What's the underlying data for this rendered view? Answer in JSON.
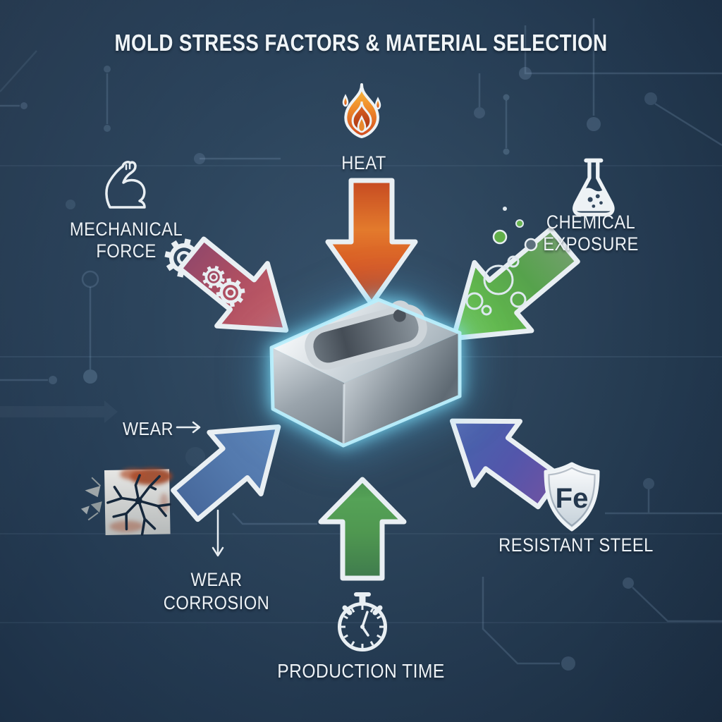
{
  "title": "MOLD STRESS FACTORS & MATERIAL SELECTION",
  "center_object": {
    "name": "injection mold block",
    "glow_color": "#8ee9ff"
  },
  "labels": {
    "heat": "HEAT",
    "chemical_line1": "CHEMICAL",
    "chemical_line2": "EXPOSURE",
    "mechanical_line1": "MECHANICAL",
    "mechanical_line2": "FORCE",
    "wear": "WEAR",
    "corrosion_line1": "WEAR",
    "corrosion_line2": "CORROSION",
    "production": "PRODUCTION TIME",
    "steel": "RESISTANT STEEL",
    "shield_symbol": "Fe"
  },
  "icons": {
    "heat": "flame-icon",
    "chemical": "flask-icon",
    "mechanical": "muscle-arm-icon",
    "mechanical_secondary": "gears-icon",
    "wear": "cracked-surface-icon",
    "production": "stopwatch-icon",
    "steel": "fe-shield-icon"
  },
  "arrows": [
    {
      "name": "heat-arrow",
      "direction": "down",
      "color": "#d86a2c"
    },
    {
      "name": "chemical-arrow",
      "direction": "down-left",
      "color": "#62b84e"
    },
    {
      "name": "mechanical-arrow",
      "direction": "down-right",
      "color": "#b35061"
    },
    {
      "name": "wear-arrow",
      "direction": "up-right",
      "color": "#5379ad"
    },
    {
      "name": "production-time-arrow",
      "direction": "up",
      "color": "#4f9750"
    },
    {
      "name": "resistant-steel-arrow",
      "direction": "up-left",
      "color": "#5356ab"
    }
  ],
  "colors": {
    "background": "#2c4158",
    "text": "#edf2f6",
    "mold_glow": "#8ee9ff",
    "shield_text": "#24384e",
    "circuit_trace": "#94b2d0"
  }
}
